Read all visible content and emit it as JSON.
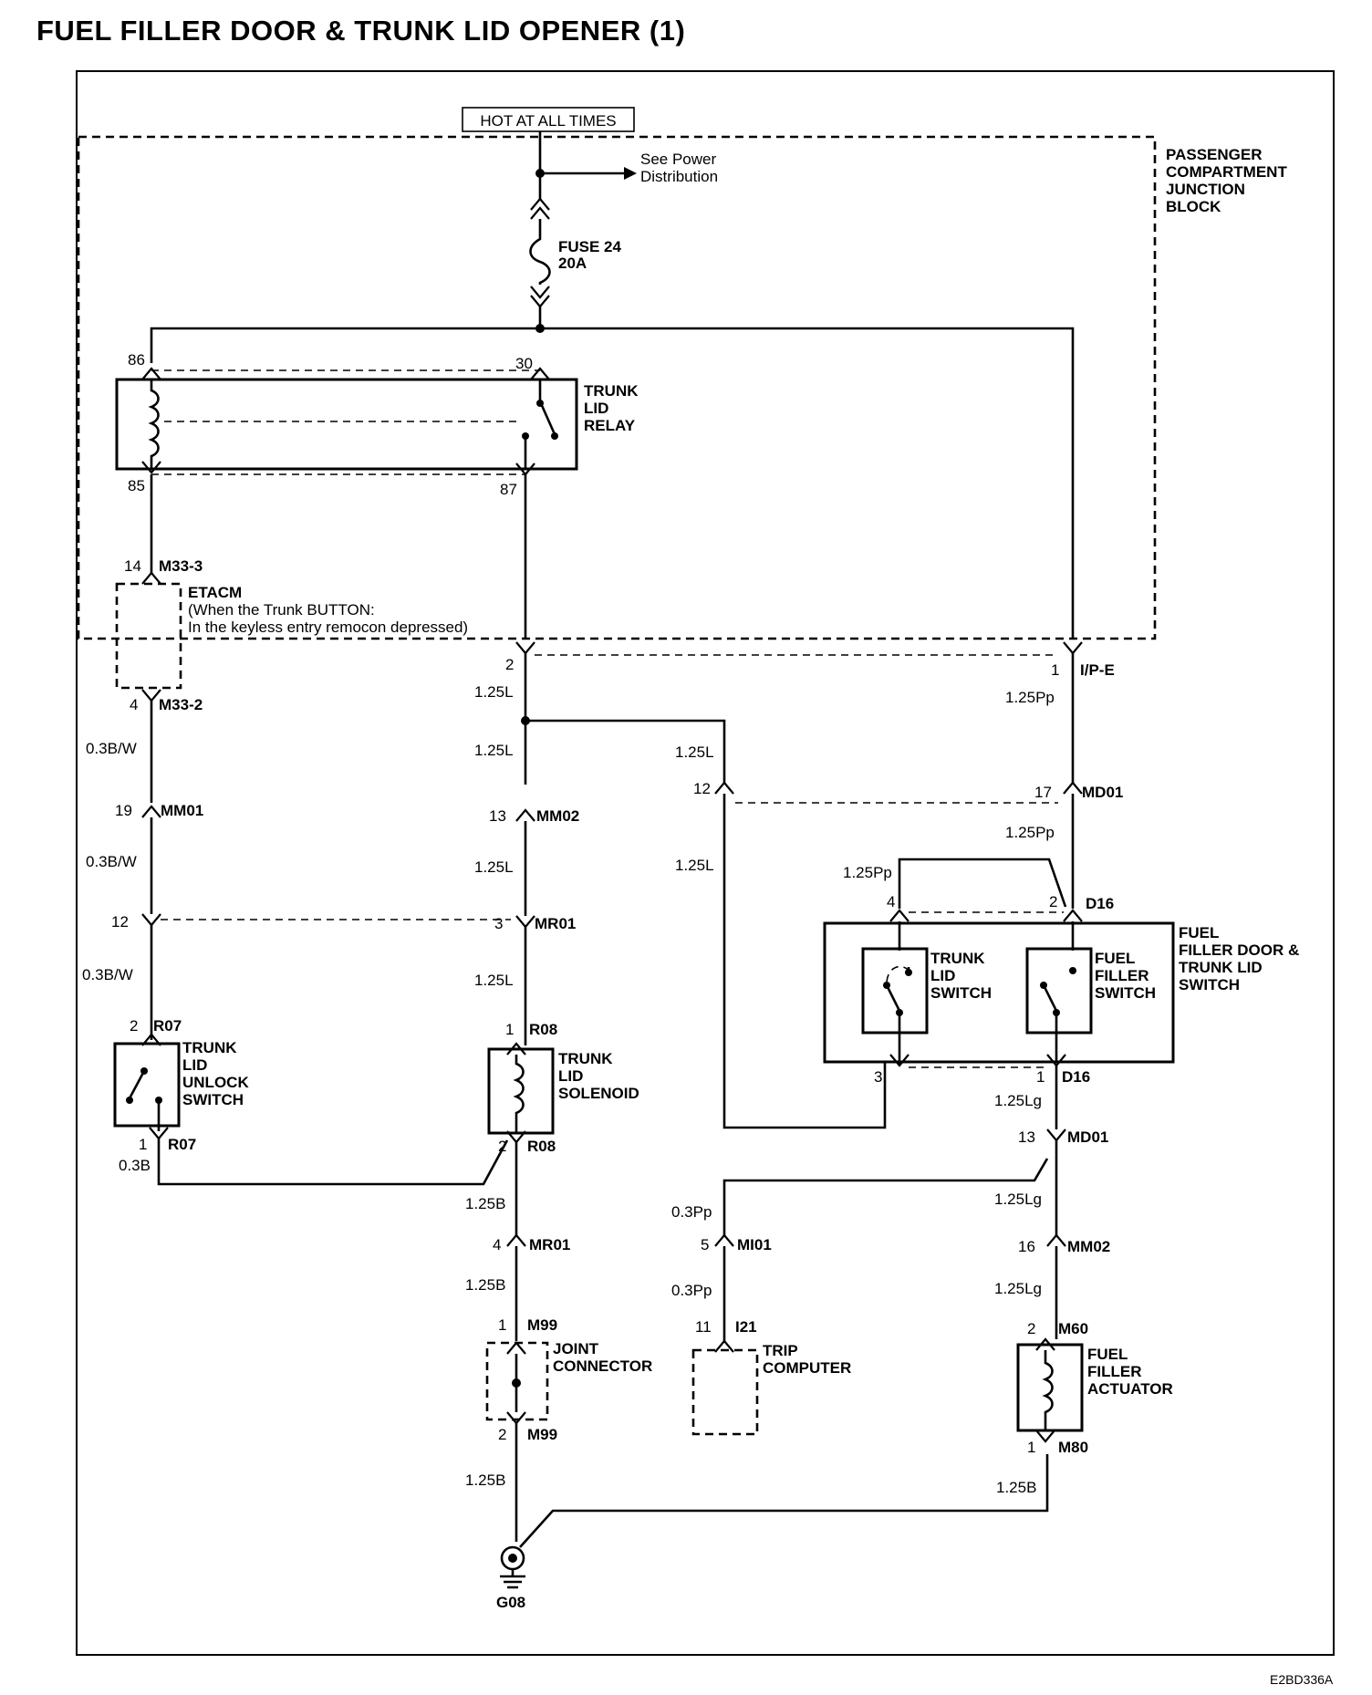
{
  "title": "FUEL FILLER DOOR & TRUNK LID OPENER (1)",
  "figure_id": "E2BD336A",
  "power": {
    "hot_label": "HOT AT ALL TIMES",
    "see_power": [
      "See Power",
      "Distribution"
    ],
    "fuse": [
      "FUSE 24",
      "20A"
    ],
    "junction_block": [
      "PASSENGER",
      "COMPARTMENT",
      "JUNCTION",
      "BLOCK"
    ]
  },
  "relay": {
    "name": [
      "TRUNK",
      "LID",
      "RELAY"
    ],
    "pins": {
      "p86": "86",
      "p30": "30",
      "p85": "85",
      "p87": "87"
    }
  },
  "etacm": {
    "name": "ETACM",
    "note": [
      "(When the Trunk BUTTON:",
      "In the keyless entry remocon depressed)"
    ],
    "pin_top": "14",
    "conn_top": "M33-3",
    "pin_bot": "4",
    "conn_bot": "M33-2"
  },
  "left_branch": {
    "wire1": "0.3B/W",
    "c1_pin": "19",
    "c1": "MM01",
    "wire2": "0.3B/W",
    "c2_pin": "12",
    "wire3": "0.3B/W",
    "sw_pin_top": "2",
    "sw_conn_top": "R07",
    "switch": [
      "TRUNK",
      "LID",
      "UNLOCK",
      "SWITCH"
    ],
    "sw_pin_bot": "1",
    "sw_conn_bot": "R07",
    "wire4": "0.3B"
  },
  "center_branch": {
    "jb_pin": "2",
    "wire1": "1.25L",
    "wire2": "1.25L",
    "c1_pin": "13",
    "c1": "MM02",
    "wire3": "1.25L",
    "c2_pin": "3",
    "c2": "MR01",
    "wire4": "1.25L",
    "sol_pin_top": "1",
    "sol_conn_top": "R08",
    "solenoid": [
      "TRUNK",
      "LID",
      "SOLENOID"
    ],
    "sol_pin_bot": "2",
    "sol_conn_bot": "R08",
    "wire5": "1.25B",
    "c3_pin": "4",
    "c3": "MR01",
    "wire6": "1.25B",
    "j_pin_top": "1",
    "j_conn_top": "M99",
    "joint": [
      "JOINT",
      "CONNECTOR"
    ],
    "j_pin_bot": "2",
    "j_conn_bot": "M99",
    "wire7": "1.25B",
    "ground": "G08"
  },
  "mid_branch": {
    "wire1": "1.25L",
    "c_pin": "12",
    "wire2": "1.25L",
    "trip_wire1": "0.3Pp",
    "trip_c_pin": "5",
    "trip_c": "MI01",
    "trip_wire2": "0.3Pp",
    "trip_pin": "11",
    "trip_conn": "I21",
    "trip": [
      "TRIP",
      "COMPUTER"
    ]
  },
  "right_branch": {
    "jb_pin": "1",
    "jb_conn": "I/P-E",
    "wire1": "1.25Pp",
    "c1_pin": "17",
    "c1": "MD01",
    "wire2": "1.25Pp",
    "wire_short": "1.25Pp",
    "sw_pin4": "4",
    "sw_pin2": "2",
    "sw_conn": "D16",
    "trunk_switch": [
      "TRUNK",
      "LID",
      "SWITCH"
    ],
    "fuel_switch": [
      "FUEL",
      "FILLER",
      "SWITCH"
    ],
    "assembly": [
      "FUEL",
      "FILLER DOOR &",
      "TRUNK LID",
      "SWITCH"
    ],
    "sw_pin3": "3",
    "sw_pin1": "1",
    "sw_conn_bot": "D16",
    "wire3": "1.25Lg",
    "c2_pin": "13",
    "c2": "MD01",
    "wire4": "1.25Lg",
    "c3_pin": "16",
    "c3": "MM02",
    "wire5": "1.25Lg",
    "act_pin_top": "2",
    "act_conn_top": "M60",
    "actuator": [
      "FUEL",
      "FILLER",
      "ACTUATOR"
    ],
    "act_pin_bot": "1",
    "act_conn_bot": "M80",
    "wire6": "1.25B"
  }
}
